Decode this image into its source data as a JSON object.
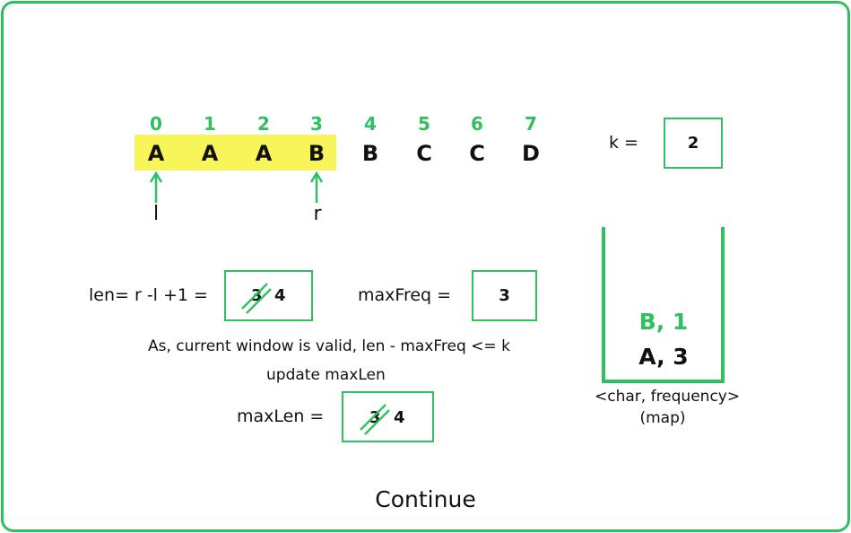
{
  "array": {
    "indices": [
      "0",
      "1",
      "2",
      "3",
      "4",
      "5",
      "6",
      "7"
    ],
    "chars": [
      "A",
      "A",
      "A",
      "B",
      "B",
      "C",
      "C",
      "D"
    ],
    "window_highlight": [
      0,
      3
    ]
  },
  "pointers": {
    "left_label": "l",
    "right_label": "r"
  },
  "k": {
    "label": "k =",
    "value": "2"
  },
  "len": {
    "label": "len= r -l +1  =",
    "old_value": "3",
    "new_value": "4"
  },
  "max_freq": {
    "label": "maxFreq =",
    "value": "3"
  },
  "notes": {
    "valid": "As, current window is valid, len - maxFreq  <= k",
    "update": "update maxLen"
  },
  "max_len": {
    "label": "maxLen =",
    "old_value": "3",
    "new_value": "4"
  },
  "map": {
    "entries": [
      {
        "text": "B, 1",
        "color": "#2fc060"
      },
      {
        "text": "A, 3",
        "color": "#111111"
      }
    ],
    "caption_line1": "<char, frequency>",
    "caption_line2": "(map)"
  },
  "continue_label": "Continue",
  "colors": {
    "accent": "#2fc060",
    "highlight": "#f8f55a",
    "text": "#111111"
  }
}
